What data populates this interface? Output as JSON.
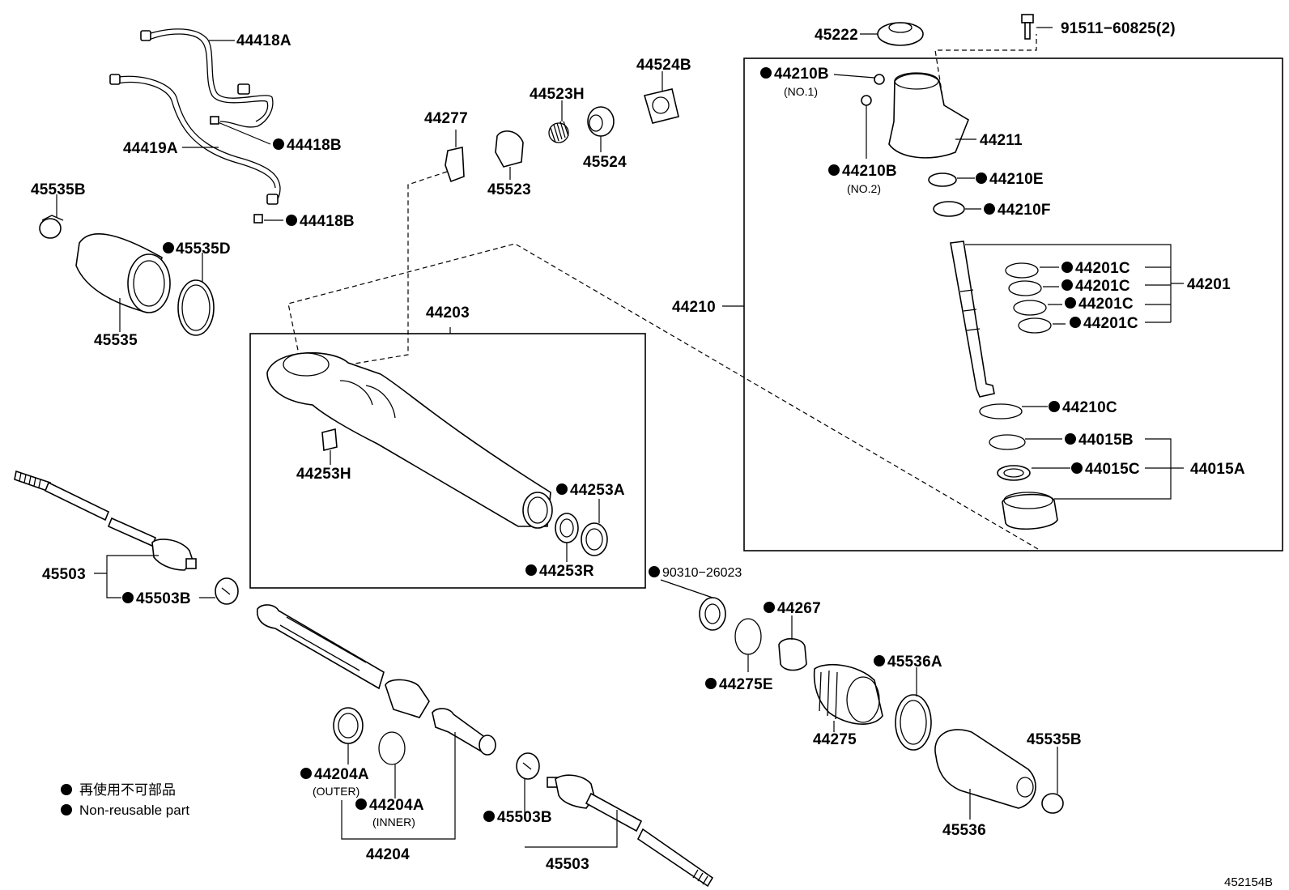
{
  "labels": {
    "p44418A": "44418A",
    "p44418B_1": "44418B",
    "p44419A": "44419A",
    "p44418B_2": "44418B",
    "p45535B_top": "45535B",
    "p45535D": "45535D",
    "p45535": "45535",
    "p44277": "44277",
    "p44523H": "44523H",
    "p44524B": "44524B",
    "p45523": "45523",
    "p45524": "45524",
    "p45222": "45222",
    "p91511": "91511−60825(2)",
    "p44210B_1": "44210B",
    "p44210B_1_note": "(NO.1)",
    "p44211": "44211",
    "p44210B_2": "44210B",
    "p44210B_2_note": "(NO.2)",
    "p44210E": "44210E",
    "p44210F": "44210F",
    "p44201C_1": "44201C",
    "p44201C_2": "44201C",
    "p44201C_3": "44201C",
    "p44201C_4": "44201C",
    "p44201": "44201",
    "p44210": "44210",
    "p44210C": "44210C",
    "p44015B": "44015B",
    "p44015C": "44015C",
    "p44015A": "44015A",
    "p44203": "44203",
    "p44253H": "44253H",
    "p44253A": "44253A",
    "p44253R": "44253R",
    "p45503_left": "45503",
    "p45503B_left": "45503B",
    "p90310": "90310−26023",
    "p44267": "44267",
    "p44275E": "44275E",
    "p45536A": "45536A",
    "p44275": "44275",
    "p45535B_bottom": "45535B",
    "p45536": "45536",
    "p44204A_outer": "44204A",
    "p44204A_outer_note": "(OUTER)",
    "p44204A_inner": "44204A",
    "p44204A_inner_note": "(INNER)",
    "p44204": "44204",
    "p45503B_bottom": "45503B",
    "p45503_bottom": "45503"
  },
  "legend": {
    "line1": "再使用不可部品",
    "line2": "Non-reusable part"
  },
  "diagram_ref": "452154B"
}
